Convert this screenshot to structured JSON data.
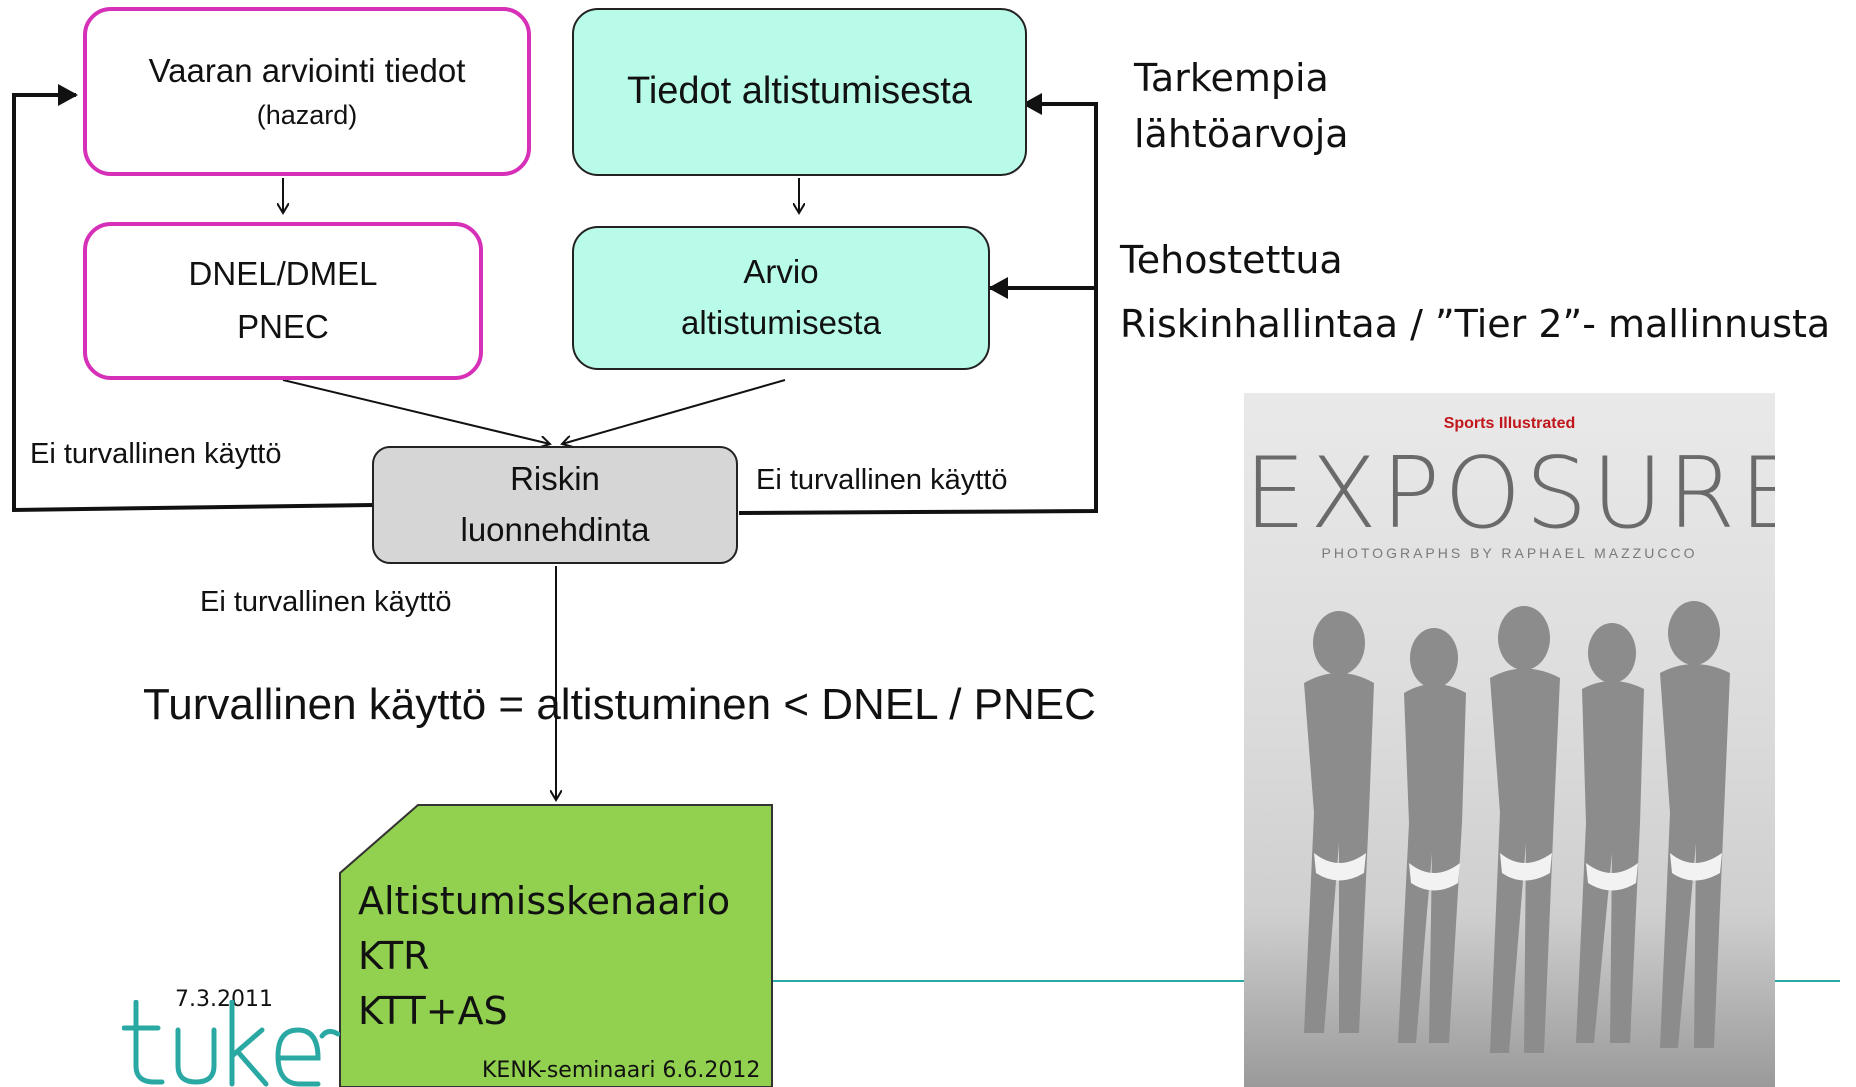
{
  "nodes": {
    "hazard": {
      "line1": "Vaaran arviointi tiedot",
      "line2": "(hazard)"
    },
    "dnel": {
      "line1": "DNEL/DMEL",
      "line2": "PNEC"
    },
    "exposure_data": {
      "label": "Tiedot altistumisesta"
    },
    "exposure_estimate": {
      "line1": "Arvio",
      "line2": "altistumisesta"
    },
    "risk": {
      "line1": "Riskin",
      "line2": "luonnehdinta"
    },
    "scenario": {
      "line1": "Altistumisskenaario",
      "line2": "KTR",
      "line3": "KTT+AS"
    }
  },
  "labels": {
    "more_inputs_1": "Tarkempia",
    "more_inputs_2": "lähtöarvoja",
    "enhanced_1": "Tehostettua",
    "enhanced_2": "Riskinhallintaa / ”Tier 2”- mallinnusta",
    "unsafe_left": "Ei turvallinen käyttö",
    "unsafe_right": "Ei turvallinen käyttö",
    "unsafe_below": "Ei turvallinen käyttö",
    "equation": "Turvallinen käyttö = altistuminen < DNEL / PNEC"
  },
  "footer": {
    "date": "7.3.2011",
    "event": "KENK-seminaari 6.6.2012",
    "logo_text": "tukes"
  },
  "cover": {
    "brand": "Sports Illustrated",
    "title": "EXPOSURE",
    "subtitle": "PHOTOGRAPHS BY RAPHAEL MAZZUCCO"
  },
  "colors": {
    "pink_border": "#d62fb8",
    "teal_fill": "#b9fbe9",
    "grey_fill": "#d6d6d6",
    "green_fill": "#92d050",
    "logo_teal": "#2aa8a3"
  }
}
